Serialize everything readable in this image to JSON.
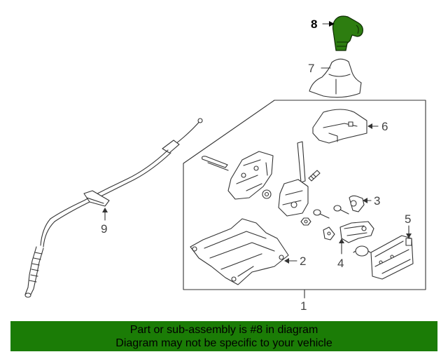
{
  "diagram": {
    "callouts": {
      "p1": "1",
      "p2": "2",
      "p3": "3",
      "p4": "4",
      "p5": "5",
      "p6": "6",
      "p7": "7",
      "p8": "8",
      "p9": "9"
    },
    "highlighted_part": "8",
    "colors": {
      "highlight_fill": "#2d7d10",
      "banner_background": "#1b7c06",
      "line_art": "#333333"
    }
  },
  "banner": {
    "line1": "Part or sub-assembly is #8 in diagram",
    "line2": "Diagram may not be specific to your vehicle"
  }
}
